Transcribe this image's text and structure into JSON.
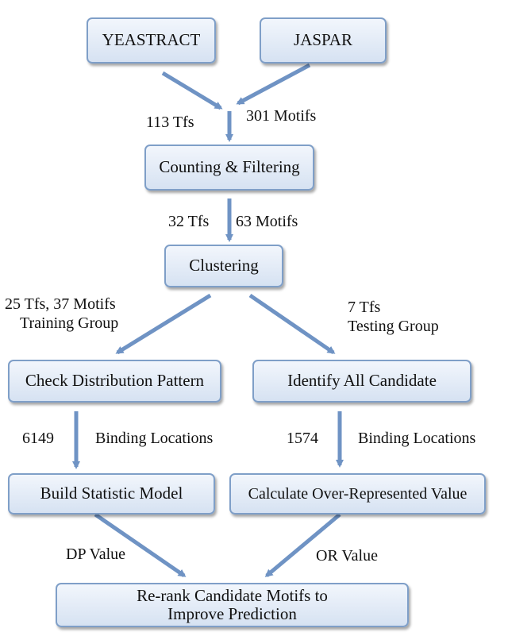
{
  "sources": {
    "yeastract": "YEASTRACT",
    "jaspar": "JASPAR"
  },
  "steps": {
    "counting": "Counting & Filtering",
    "clustering": "Clustering",
    "check": "Check Distribution Pattern",
    "identify": "Identify All Candidate",
    "build": "Build Statistic Model",
    "calculate": "Calculate Over-Represented Value",
    "rerank_line1": "Re-rank Candidate Motifs to",
    "rerank_line2": "Improve Prediction"
  },
  "labels": {
    "tfs_113": "113 Tfs",
    "motifs_301": "301 Motifs",
    "tfs_32": "32 Tfs",
    "motifs_63": "63 Motifs",
    "train_counts": "25 Tfs, 37 Motifs",
    "train_group": "Training Group",
    "test_counts": "7 Tfs",
    "test_group": "Testing Group",
    "n_6149": "6149",
    "binding_left": "Binding Locations",
    "n_1574": "1574",
    "binding_right": "Binding Locations",
    "dp_value": "DP Value",
    "or_value": "OR Value"
  },
  "colors": {
    "arrow": "#6f93c4",
    "box_border": "#7f9fc8"
  }
}
